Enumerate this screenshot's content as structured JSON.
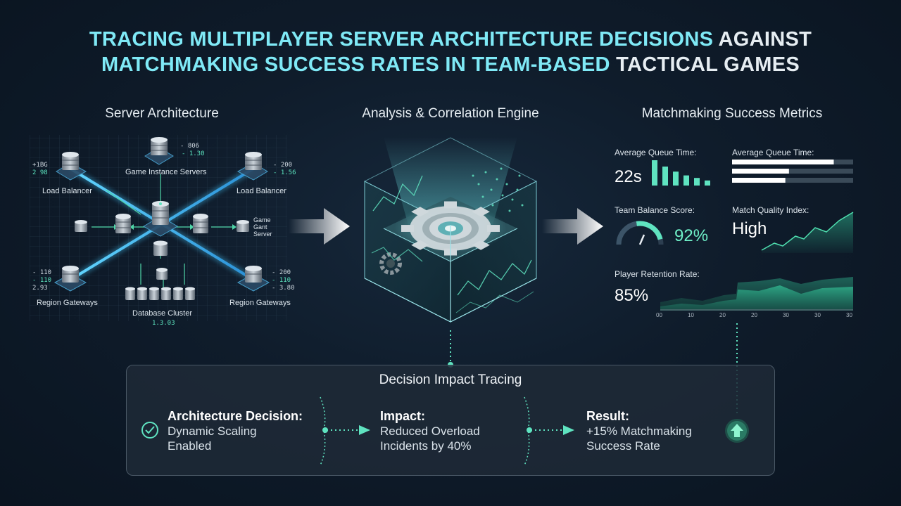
{
  "title": {
    "part1": "TRACING MULTIPLAYER SERVER ARCHITECTURE DECISIONS",
    "part2": " AGAINST",
    "part3": "MATCHMAKING SUCCESS RATES IN TEAM-BASED",
    "part4": " TACTICAL GAMES"
  },
  "sections": {
    "architecture": "Server Architecture",
    "engine": "Analysis & Correlation Engine",
    "metrics": "Matchmaking Success Metrics"
  },
  "architecture": {
    "nodes": {
      "game_instance": "Game Instance Servers",
      "load_balancer_left": "Load Balancer",
      "load_balancer_right": "Load Balancer",
      "game_server": "Game\nGant\nServer",
      "region_left": "Region Gateways",
      "region_right": "Region Gateways",
      "database": "Database Cluster"
    },
    "readouts": {
      "top_a": "- 806",
      "top_b": "- 1.30",
      "tl_a": "+1BG",
      "tl_b": "2 98",
      "tr_a": "- 200",
      "tr_b": "- 1.56",
      "bl_a": "- 110",
      "bl_b": "- 110",
      "bl_c": "2.93",
      "br_a": "- 200",
      "br_b": "- 110",
      "br_c": "- 3.80",
      "db": "1.3.03"
    }
  },
  "metrics": {
    "queue_time_label": "Average Queue Time:",
    "queue_time_value": "22s",
    "queue_time_bars": [
      1.0,
      0.75,
      0.55,
      0.4,
      0.3,
      0.2
    ],
    "queue_time_label_2": "Average Queue Time:",
    "queue_time_hbars": [
      0.84,
      0.47,
      0.44
    ],
    "team_balance_label": "Team Balance Score:",
    "team_balance_value": "92%",
    "team_balance": 0.92,
    "match_quality_label": "Match Quality Index:",
    "match_quality_value": "High",
    "retention_label": "Player Retention Rate:",
    "retention_value": "85%",
    "retention_axis": [
      "00",
      "10",
      "20",
      "20",
      "30",
      "30",
      "30"
    ]
  },
  "decision": {
    "title": "Decision Impact Tracing",
    "arch_head": "Architecture Decision:",
    "arch_line1": "Dynamic Scaling",
    "arch_line2": "Enabled",
    "impact_head": "Impact:",
    "impact_line1": "Reduced Overload",
    "impact_line2": "Incidents by 40%",
    "result_head": "Result:",
    "result_line1": "+15% Matchmaking",
    "result_line2": "Success Rate"
  },
  "colors": {
    "teal": "#5fe3c0",
    "cyan": "#7fe9f6",
    "beam": "#3fb8e8"
  }
}
